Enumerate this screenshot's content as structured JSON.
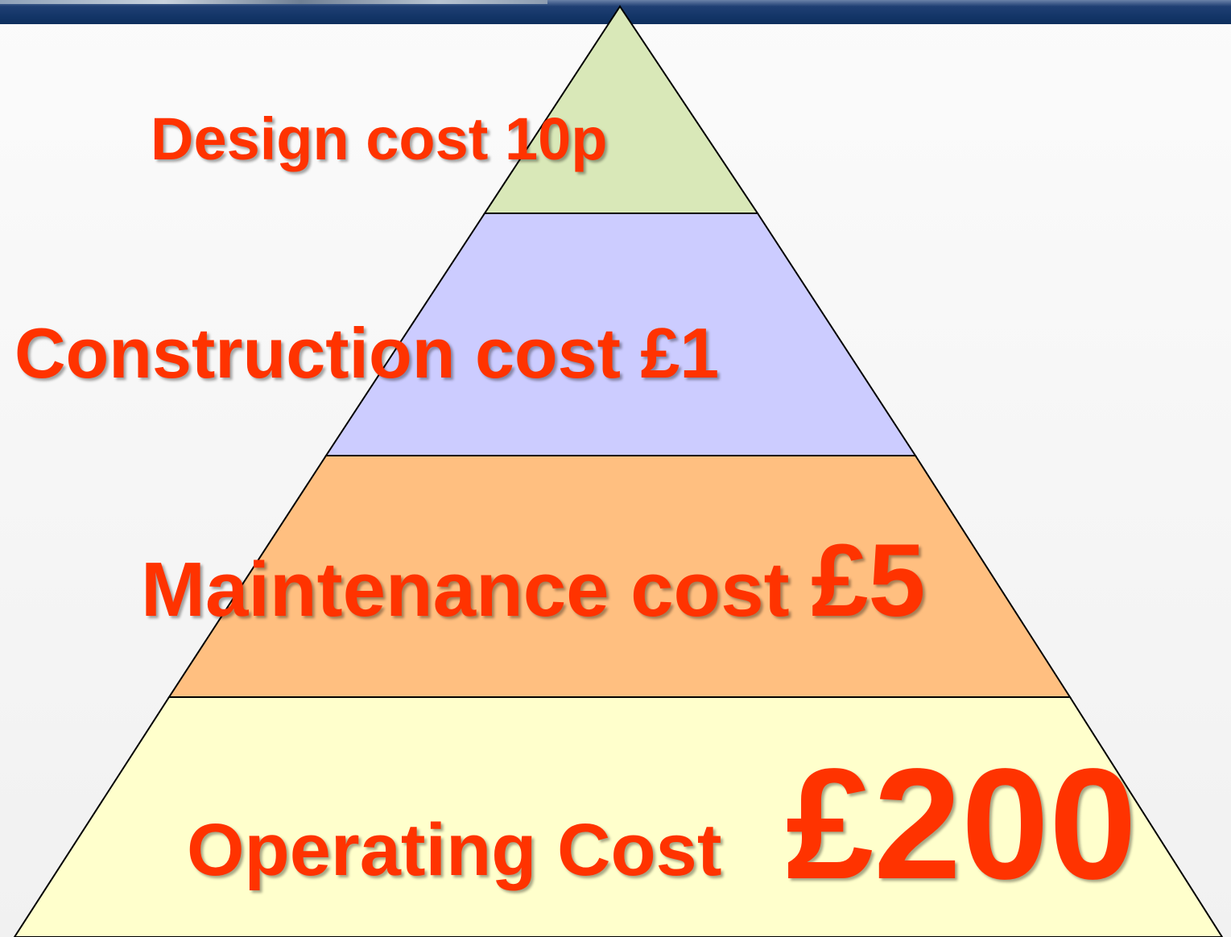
{
  "colors": {
    "text": "#ff3300",
    "outline": "#000000",
    "header": "#123466"
  },
  "tiers": [
    {
      "label": "Design cost 10p",
      "fill": "#d9e8b8"
    },
    {
      "label": "Construction cost  £1",
      "fill": "#ccccff"
    },
    {
      "label_text": "Maintenance cost ",
      "label_value": "£5",
      "fill": "#ffbf80"
    },
    {
      "label_text": "Operating Cost ",
      "label_value": "£200",
      "fill": "#ffffcc"
    }
  ]
}
